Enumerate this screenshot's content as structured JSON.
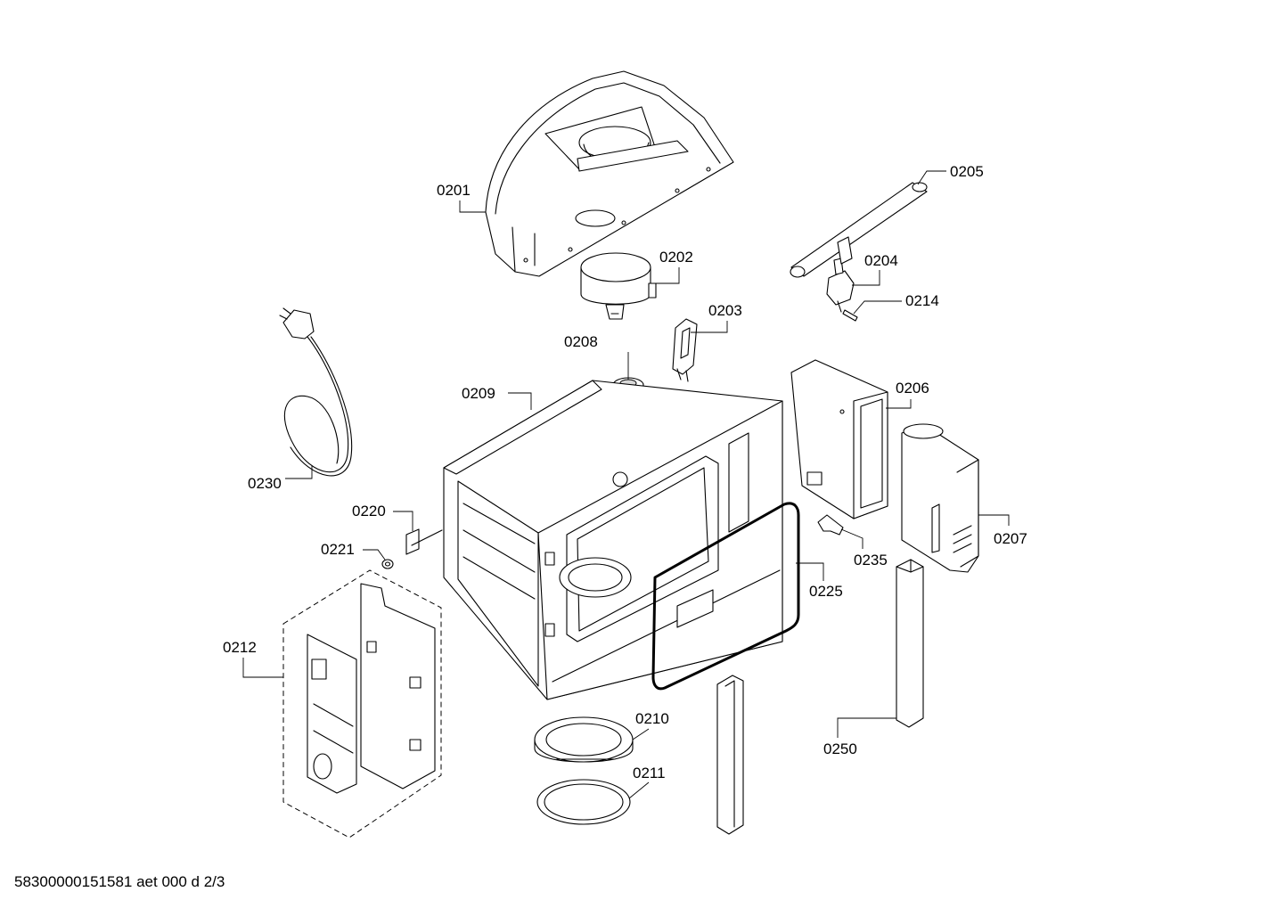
{
  "footer": {
    "text": "58300000151581 aet 000 d 2/3"
  },
  "parts": [
    {
      "id": "0201",
      "label": "0201"
    },
    {
      "id": "0202",
      "label": "0202"
    },
    {
      "id": "0203",
      "label": "0203"
    },
    {
      "id": "0204",
      "label": "0204"
    },
    {
      "id": "0205",
      "label": "0205"
    },
    {
      "id": "0206",
      "label": "0206"
    },
    {
      "id": "0207",
      "label": "0207"
    },
    {
      "id": "0208",
      "label": "0208"
    },
    {
      "id": "0209",
      "label": "0209"
    },
    {
      "id": "0210",
      "label": "0210"
    },
    {
      "id": "0211",
      "label": "0211"
    },
    {
      "id": "0212",
      "label": "0212"
    },
    {
      "id": "0214",
      "label": "0214"
    },
    {
      "id": "0220",
      "label": "0220"
    },
    {
      "id": "0221",
      "label": "0221"
    },
    {
      "id": "0225",
      "label": "0225"
    },
    {
      "id": "0230",
      "label": "0230"
    },
    {
      "id": "0235",
      "label": "0235"
    },
    {
      "id": "0250",
      "label": "0250"
    }
  ]
}
